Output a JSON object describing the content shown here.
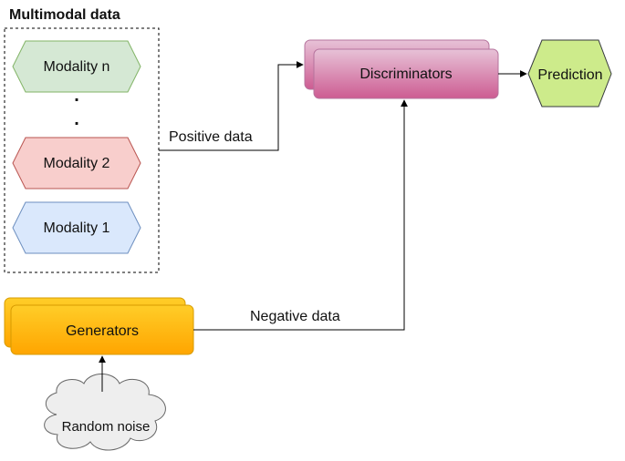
{
  "title": "Multimodal data",
  "modalities": [
    {
      "label": "Modality n",
      "fill": "#d5e8d4",
      "stroke": "#82b366"
    },
    {
      "label": "Modality 2",
      "fill": "#f8cecc",
      "stroke": "#b85450"
    },
    {
      "label": "Modality 1",
      "fill": "#dae8fc",
      "stroke": "#6c8ebf"
    }
  ],
  "ellipsis": ".",
  "discriminators": {
    "label": "Discriminators",
    "colors": [
      "#e7c2d7",
      "#cd5c92"
    ]
  },
  "prediction": {
    "label": "Prediction",
    "fill": "#cdeb8b",
    "stroke": "#36393d"
  },
  "generators": {
    "label": "Generators",
    "colors": [
      "#ffcd28",
      "#ffa500"
    ]
  },
  "noise": {
    "label": "Random noise",
    "fill": "#eeeeee",
    "stroke": "#666666"
  },
  "edges": {
    "positive": "Positive data",
    "negative": "Negative data"
  }
}
